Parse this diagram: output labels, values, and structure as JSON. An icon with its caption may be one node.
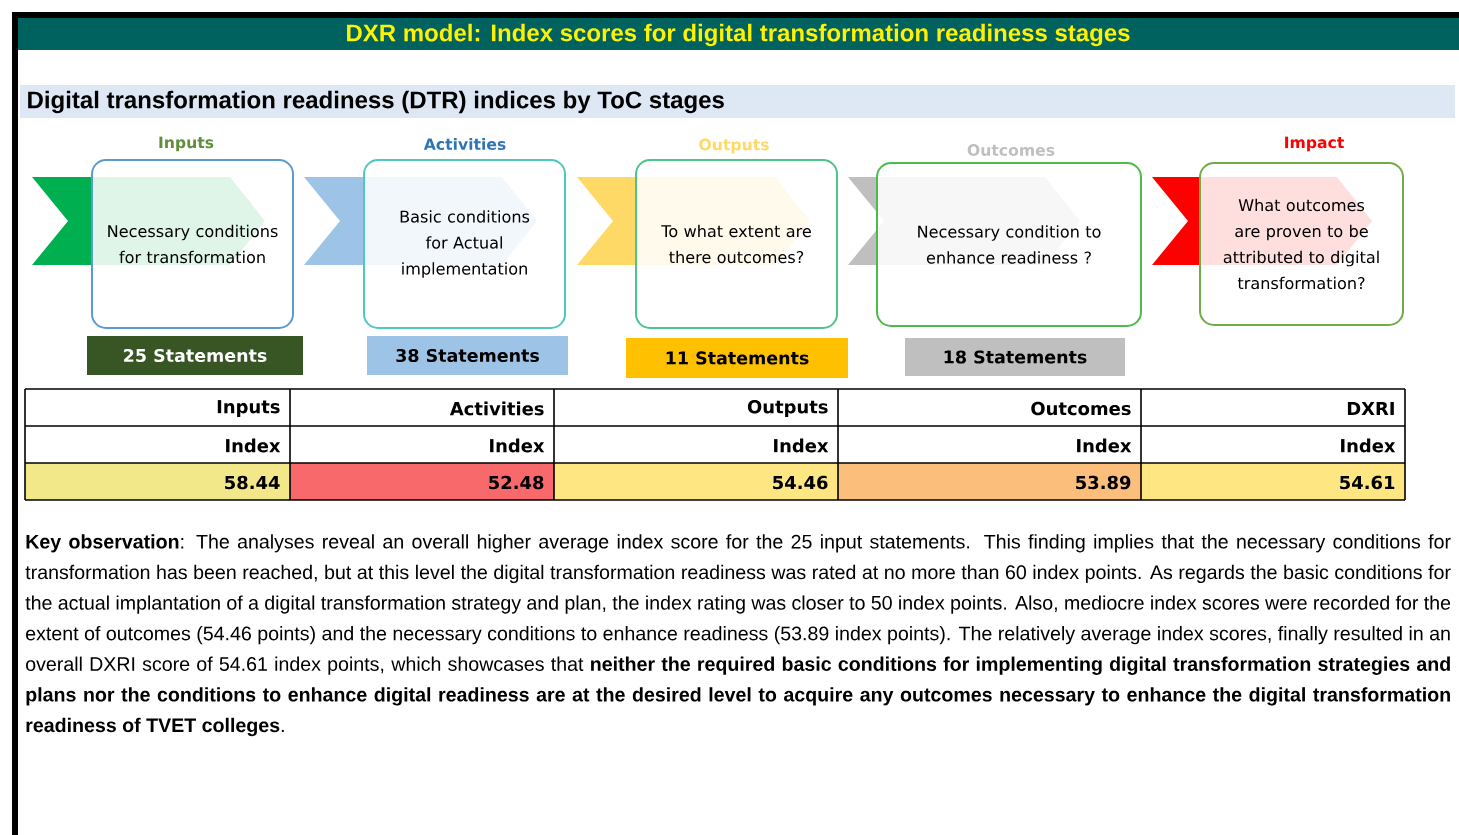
{
  "diagram": {
    "title": "DXR model: Index scores for digital transformation readiness stages",
    "nodes": [
      {
        "text": [
          "Inputs",
          "Necessary conditions for transformation"
        ],
        "beside": [
          "25 Statements"
        ]
      },
      {
        "text": [
          "Activities",
          "Basic conditions for Actual implementation"
        ],
        "beside": [
          "38 Statements"
        ]
      },
      {
        "text": [
          "Outputs",
          "To what extent are there outcomes?"
        ],
        "beside": [
          "11 Statements"
        ]
      },
      {
        "text": [
          "Outcomes",
          "Necessary condition to enhance readiness ?"
        ],
        "beside": [
          "18 Statements"
        ]
      },
      {
        "text": [
          "Impact",
          "What outcomes are proven to be attributed to digital transformation?"
        ]
      }
    ],
    "labels": [
      "Digital transformation readiness (DTR) indices by ToC stages",
      "Inputs",
      "Activities",
      "Outputs",
      "Outcomes",
      "DXRI",
      "Index",
      "Index",
      "Index",
      "Index",
      "Index",
      "58.44",
      "52.48",
      "54.46",
      "53.89",
      "54.61",
      "**Key observation**: The analyses reveal an overall higher average index score for the 25 input statements. This finding implies that the necessary conditions for transformation has been reached, but at this level the digital transformation readiness was rated at no more than 60 index points. As regards the basic conditions for the actual implantation of a digital transformation strategy and plan, the index rating was closer to 50 index points. Also, mediocre index scores were recorded for the extent of outcomes (54.46 points) and the necessary conditions to enhance readiness (53.89 index points). The relatively average index scores, finally resulted in an overall DXRI score of 54.61 index points, which showcases that **neither the required basic conditions for implementing digital transformation strategies and plans nor the conditions to enhance digital readiness are at the desired level to acquire any outcomes necessary to enhance the digital transformation readiness of TVET colleges**."
    ]
  }
}
